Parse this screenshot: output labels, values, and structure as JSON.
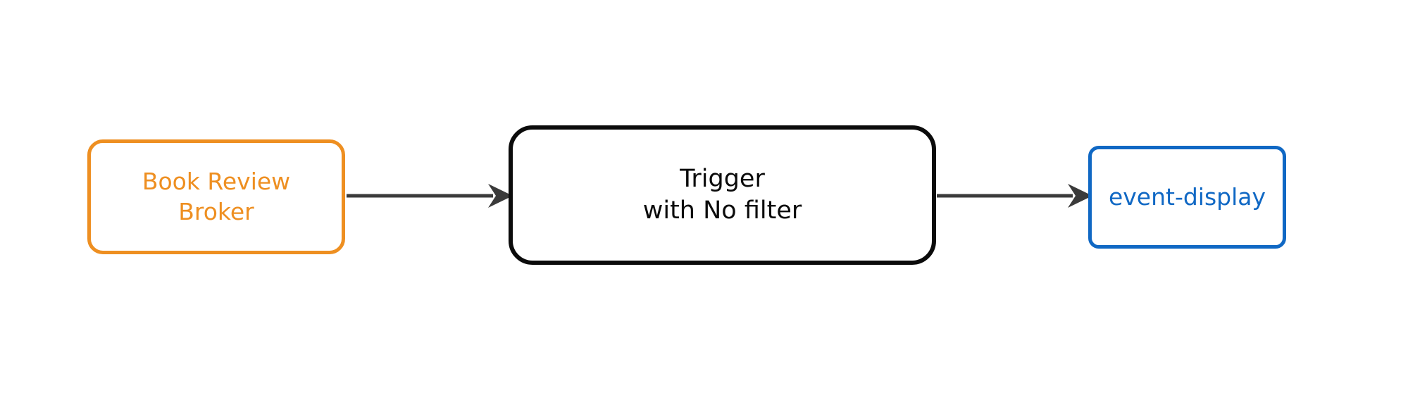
{
  "diagram": {
    "type": "flowchart",
    "direction": "left-to-right",
    "background_color": "#ffffff",
    "title": "",
    "nodes": [
      {
        "id": "broker",
        "label": "Book Review\nBroker",
        "label_lines": [
          "Book Review",
          "Broker"
        ],
        "role": "source-broker",
        "shape": "rounded-rectangle",
        "border_color": "#ee8f21",
        "text_color": "#ee8f21",
        "fill_color": "#ffffff"
      },
      {
        "id": "trigger",
        "label": "Trigger\nwith No filter",
        "label_lines": [
          "Trigger",
          "with No filter"
        ],
        "role": "trigger",
        "shape": "rounded-rectangle",
        "border_color": "#0b0b0b",
        "text_color": "#0b0b0b",
        "fill_color": "#ffffff"
      },
      {
        "id": "sink",
        "label": "event-display",
        "label_lines": [
          "event-display"
        ],
        "role": "sink-service",
        "shape": "rounded-rectangle",
        "border_color": "#1068c4",
        "text_color": "#1068c4",
        "fill_color": "#ffffff"
      }
    ],
    "edges": [
      {
        "id": "broker-to-trigger",
        "from": "broker",
        "to": "trigger",
        "label": "",
        "style": "solid",
        "arrowhead": "filled-triangle",
        "color": "#3b3b3b"
      },
      {
        "id": "trigger-to-sink",
        "from": "trigger",
        "to": "sink",
        "label": "",
        "style": "solid",
        "arrowhead": "filled-triangle",
        "color": "#3b3b3b"
      }
    ]
  }
}
